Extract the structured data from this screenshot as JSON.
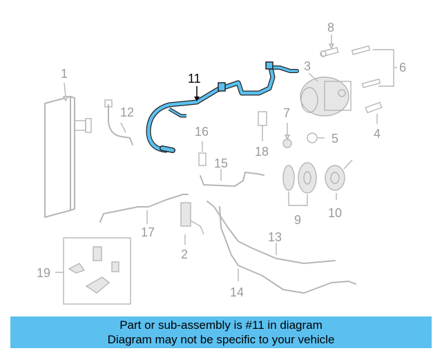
{
  "callouts": {
    "c1": "1",
    "c2": "2",
    "c3": "3",
    "c4": "4",
    "c5": "5",
    "c6": "6",
    "c7": "7",
    "c8": "8",
    "c9": "9",
    "c10": "10",
    "c11": "11",
    "c12": "12",
    "c13": "13",
    "c14": "14",
    "c15": "15",
    "c16": "16",
    "c17": "17",
    "c18": "18",
    "c19": "19"
  },
  "highlight": {
    "part": "11",
    "color": "#5bc0f0"
  },
  "banner": {
    "line1": "Part or sub-assembly is #11 in diagram",
    "line2": "Diagram may not be specific to your vehicle",
    "color": "#5bc0f0"
  }
}
